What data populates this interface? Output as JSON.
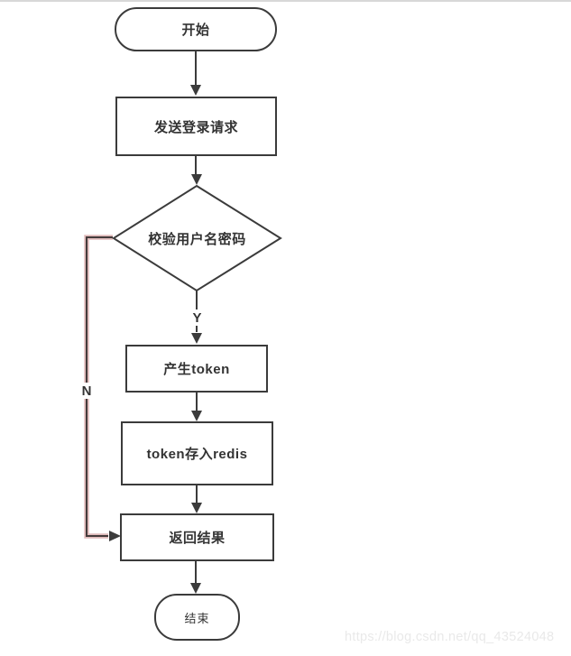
{
  "flowchart": {
    "nodes": {
      "start": {
        "label": "开始"
      },
      "send_login": {
        "label": "发送登录请求"
      },
      "verify": {
        "label": "校验用户名密码"
      },
      "gen_token": {
        "label": "产生token"
      },
      "store_redis": {
        "label": "token存入redis"
      },
      "return_result": {
        "label": "返回结果"
      },
      "end": {
        "label": "结束"
      }
    },
    "edge_labels": {
      "yes": "Y",
      "no": "N"
    },
    "colors": {
      "node_stroke": "#3b3b3b",
      "node_fill": "#ffffff",
      "text": "#333333",
      "n_branch_halo": "#dfbaba",
      "top_rule": "#d8d8d8"
    }
  },
  "watermark": {
    "text": "https://blog.csdn.net/qq_43524048",
    "color": "#e9e9e9"
  }
}
